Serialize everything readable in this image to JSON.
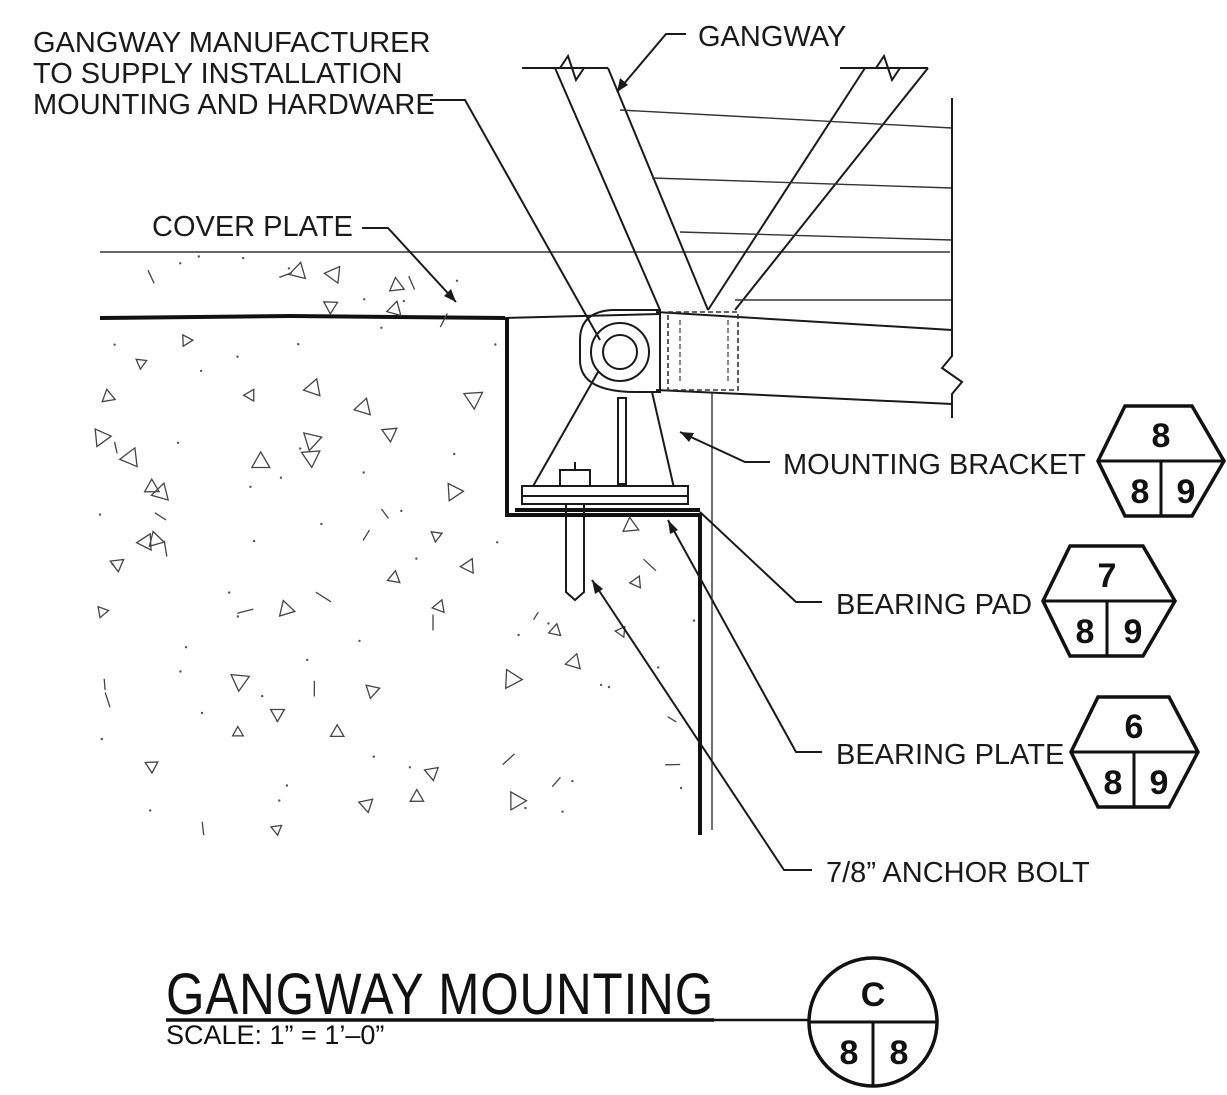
{
  "labels": {
    "manufacturer_line1": "GANGWAY MANUFACTURER",
    "manufacturer_line2": "TO SUPPLY INSTALLATION",
    "manufacturer_line3": "MOUNTING AND HARDWARE",
    "gangway": "GANGWAY",
    "cover_plate": "COVER PLATE",
    "mounting_bracket": "MOUNTING BRACKET",
    "bearing_pad": "BEARING PAD",
    "bearing_plate": "BEARING PLATE",
    "anchor_bolt": "7/8” ANCHOR BOLT"
  },
  "detail_tags": {
    "mounting_bracket": {
      "top": "8",
      "left": "8",
      "right": "9"
    },
    "bearing_pad": {
      "top": "7",
      "left": "8",
      "right": "9"
    },
    "bearing_plate": {
      "top": "6",
      "left": "8",
      "right": "9"
    }
  },
  "title_block": {
    "title": "GANGWAY MOUNTING",
    "scale": "SCALE: 1” = 1’–0”",
    "detail": "C",
    "sheet_left": "8",
    "sheet_right": "8"
  }
}
